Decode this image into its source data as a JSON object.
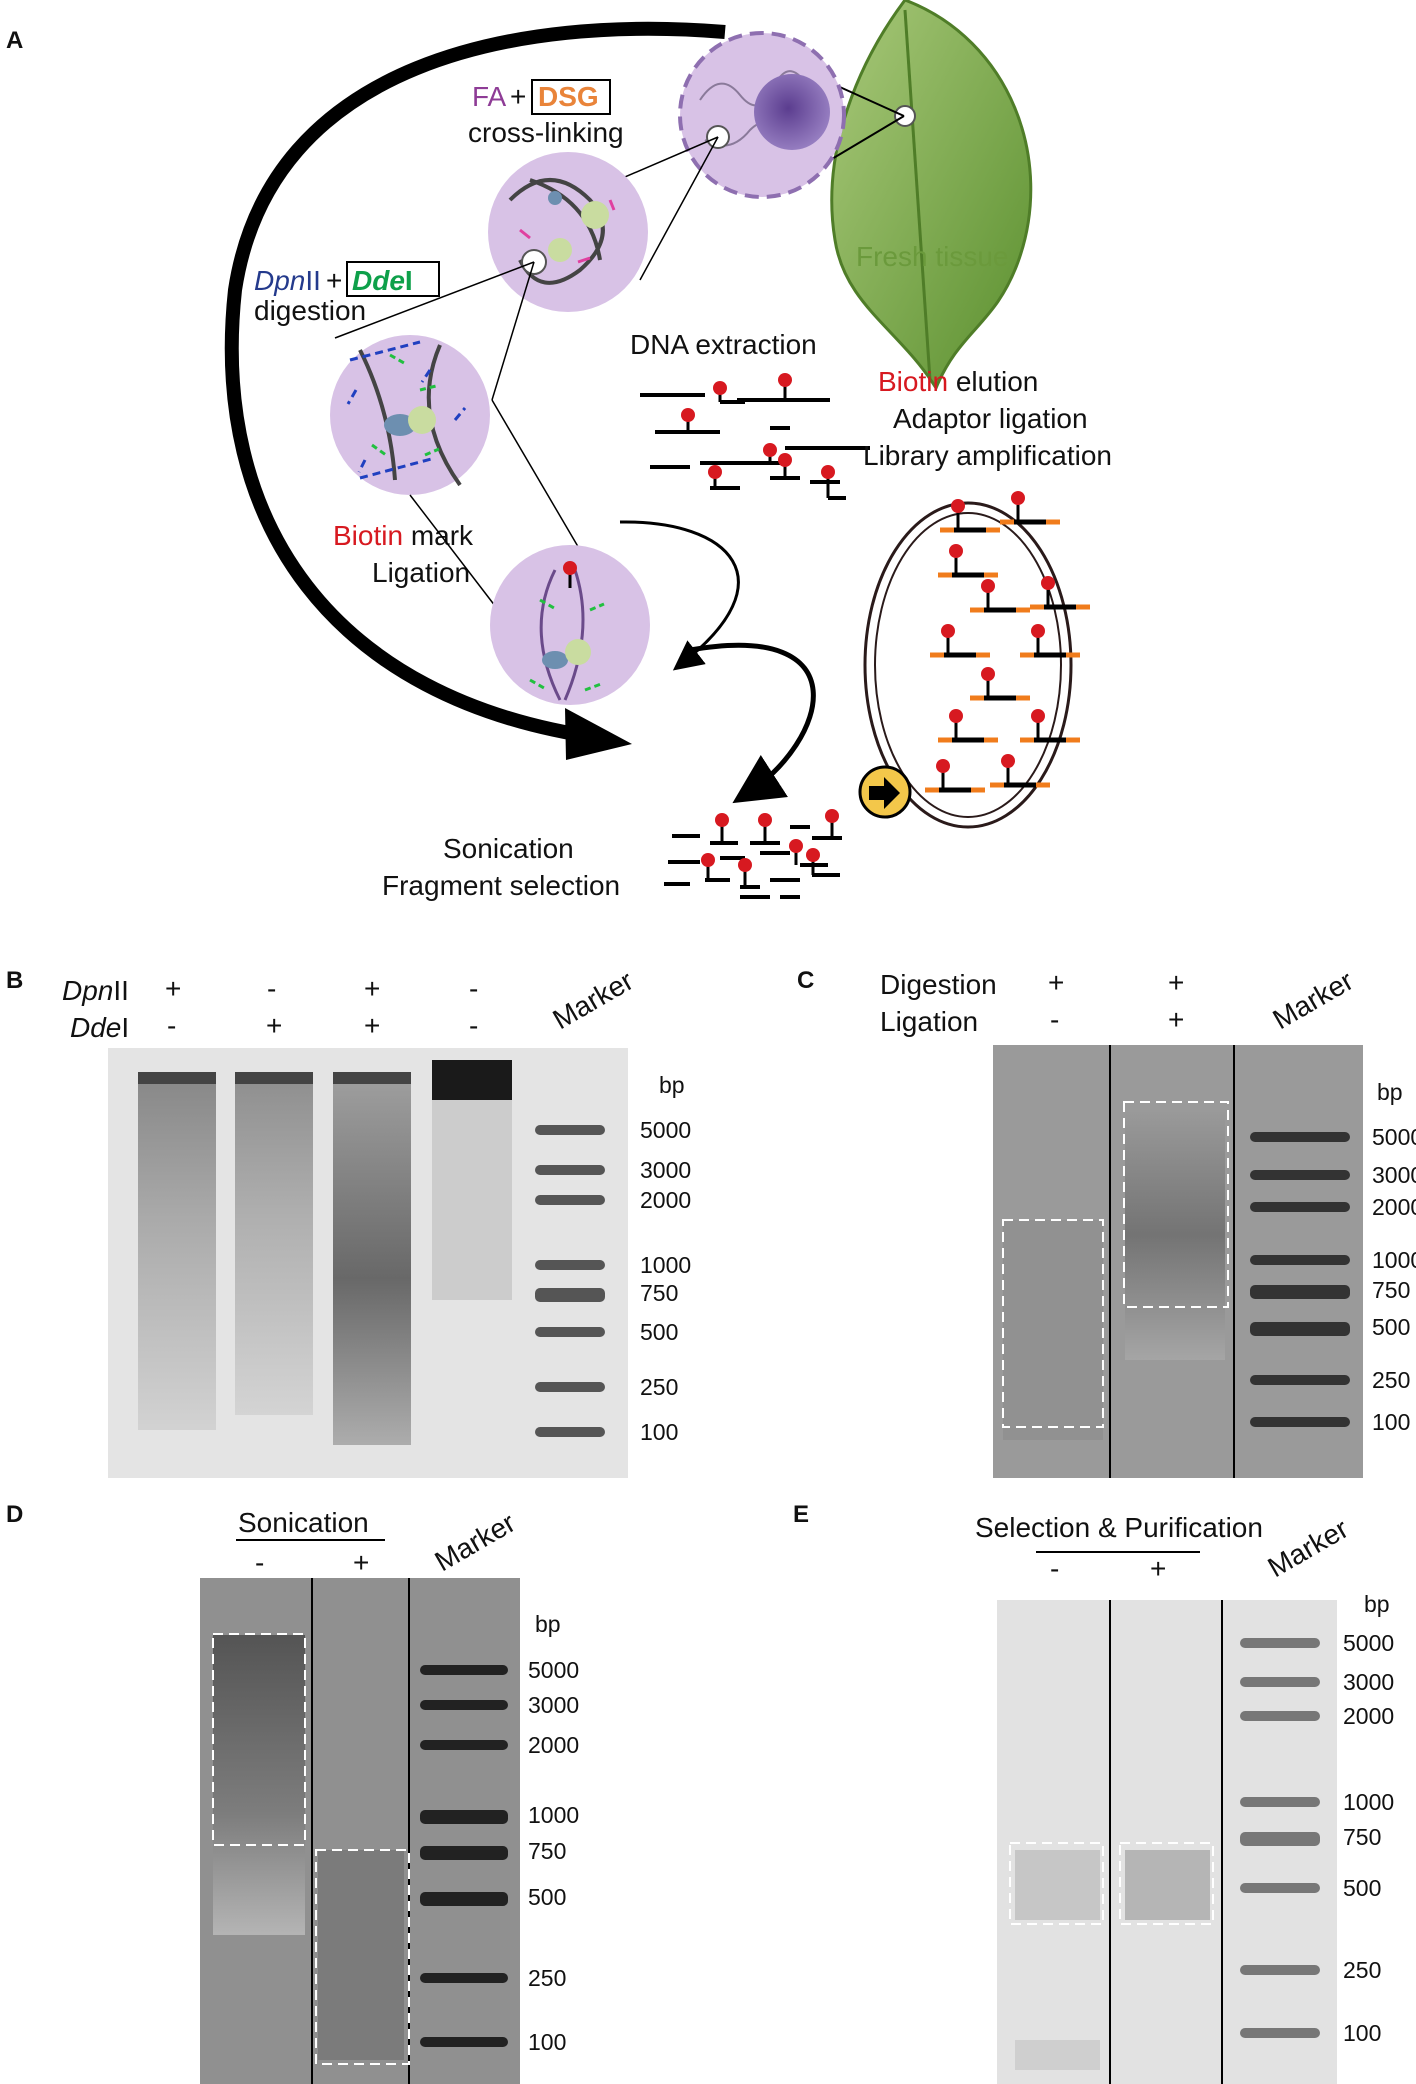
{
  "panels": {
    "a": "A",
    "b": "B",
    "c": "C",
    "d": "D",
    "e": "E"
  },
  "schematic": {
    "fa": "FA",
    "plus": "+",
    "dsg": "DSG",
    "crosslinking": "cross-linking",
    "dpn_italic": "Dpn",
    "dpn_suffix": "II",
    "dde_italic": "Dde",
    "dde_suffix": "I",
    "digestion": "digestion",
    "biotin": "Biotin",
    "mark": " mark",
    "ligation": "Ligation",
    "fresh_tissue": "Fresh tissue",
    "dna_extraction": "DNA extraction",
    "biotin_elution_word": "Biotin",
    "elution": " elution",
    "adaptor_ligation": "Adaptor ligation",
    "library_amplification": "Library amplification",
    "sonication": "Sonication",
    "fragment_selection": "Fragment selection"
  },
  "gels": {
    "marker": "Marker",
    "bp": "bp",
    "sizes": [
      "5000",
      "3000",
      "2000",
      "1000",
      "750",
      "500",
      "250",
      "100"
    ],
    "b": {
      "dpn_italic": "Dpn",
      "dpn_suffix": "II",
      "dde_italic": "Dde",
      "dde_suffix": "I",
      "row_dpn": [
        "+",
        "-",
        "+",
        "-"
      ],
      "row_dde": [
        "-",
        "+",
        "+",
        "-"
      ]
    },
    "c": {
      "digestion": "Digestion",
      "ligation": "Ligation",
      "row_dig": [
        "+",
        "+"
      ],
      "row_lig": [
        "-",
        "+"
      ]
    },
    "d": {
      "sonication": "Sonication",
      "row": [
        "-",
        "+"
      ]
    },
    "e": {
      "selection": "Selection & Purification",
      "row": [
        "-",
        "+"
      ]
    }
  },
  "colors": {
    "purple": "#8e3c96",
    "orange": "#e9843a",
    "blue": "#243a8c",
    "green": "#0ea04a",
    "red": "#d71920",
    "leaf_text": "#6b9a3c",
    "nucleus_bg": "#d8c2e6",
    "linker_orange": "#f07c1c",
    "gel_bg": "#e4e4e4"
  }
}
